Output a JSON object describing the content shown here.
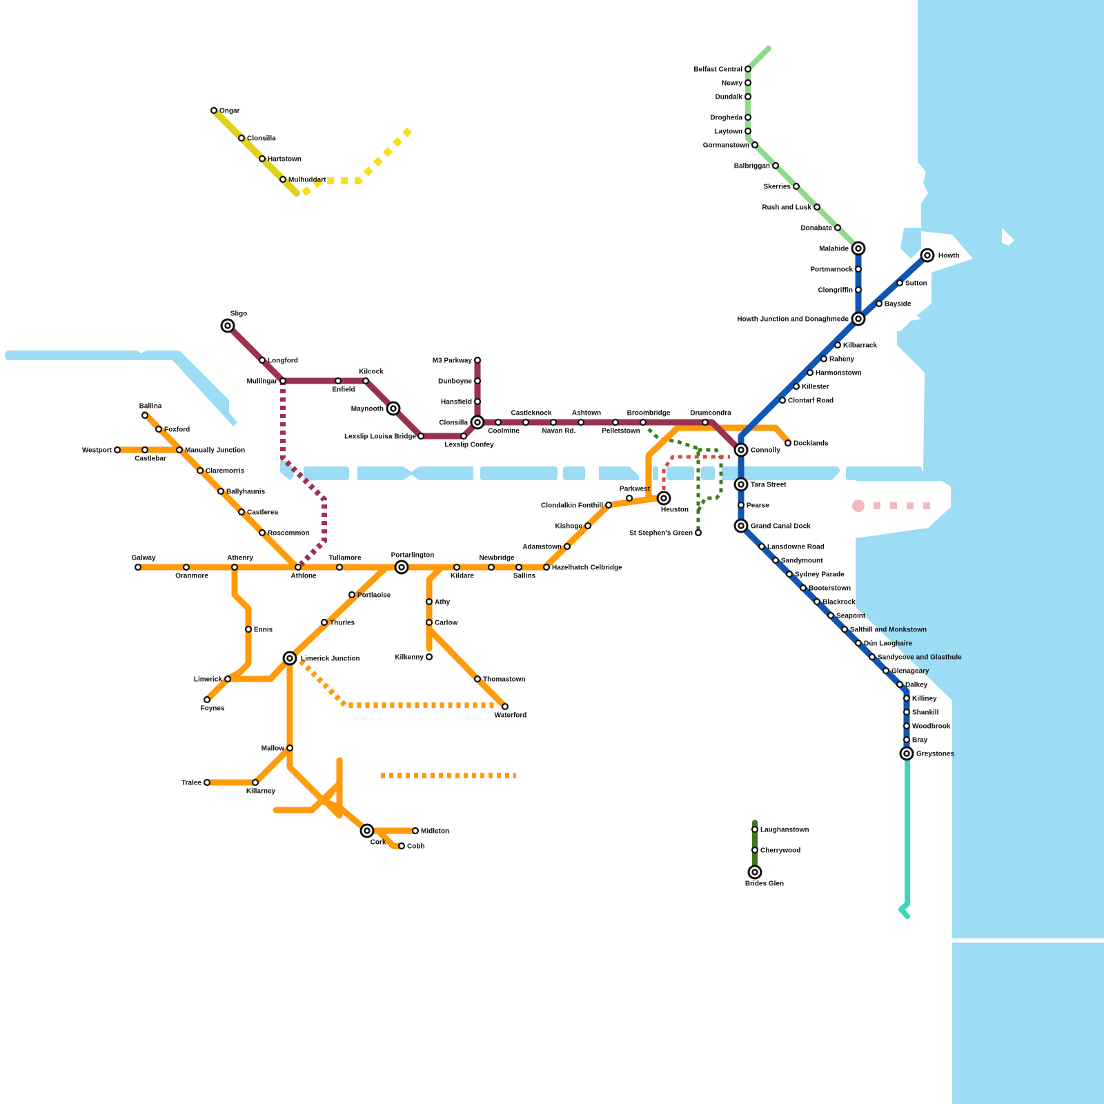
{
  "colors": {
    "water": "#9ddcf5",
    "intercity": "#ff9a0a",
    "western": "#9b3250",
    "dart": "#1155b3",
    "northern": "#8fd98a",
    "luas_green": "#3a7a1f",
    "luas_red": "#e8413c",
    "metro": "#e0d21c",
    "metro_planned": "#f7e01a",
    "greystones_ext": "#3fd6c0",
    "poolbeg_planned": "#f4b9bf"
  },
  "stations": [
    {
      "id": "ongar",
      "label": "Ongar"
    },
    {
      "id": "clonsilla-m",
      "label": "Clonsilla"
    },
    {
      "id": "hartstown",
      "label": "Hartstown"
    },
    {
      "id": "mulhuddart",
      "label": "Mulhuddart"
    },
    {
      "id": "sligo",
      "label": "Sligo"
    },
    {
      "id": "longford",
      "label": "Longford"
    },
    {
      "id": "mullingar",
      "label": "Mullingar"
    },
    {
      "id": "enfield",
      "label": "Enfield"
    },
    {
      "id": "kilcock",
      "label": "Kilcock"
    },
    {
      "id": "maynooth",
      "label": "Maynooth"
    },
    {
      "id": "leixlip-louisa",
      "label": "Lexslip Louisa Bridge"
    },
    {
      "id": "leixlip-confey",
      "label": "Lexslip Confey"
    },
    {
      "id": "m3-parkway",
      "label": "M3 Parkway"
    },
    {
      "id": "dunboyne",
      "label": "Dunboyne"
    },
    {
      "id": "hansfield",
      "label": "Hansfield"
    },
    {
      "id": "clonsilla",
      "label": "Clonsilla"
    },
    {
      "id": "coolmine",
      "label": "Coolmine"
    },
    {
      "id": "castleknock",
      "label": "Castleknock"
    },
    {
      "id": "navan-rd",
      "label": "Navan Rd."
    },
    {
      "id": "ashtown",
      "label": "Ashtown"
    },
    {
      "id": "pelletstown",
      "label": "Pelletstown"
    },
    {
      "id": "broombridge",
      "label": "Broombridge"
    },
    {
      "id": "drumcondra",
      "label": "Drumcondra"
    },
    {
      "id": "connolly",
      "label": "Connolly"
    },
    {
      "id": "docklands",
      "label": "Docklands"
    },
    {
      "id": "tara-street",
      "label": "Tara Street"
    },
    {
      "id": "pearse",
      "label": "Pearse"
    },
    {
      "id": "grand-canal-dock",
      "label": "Grand Canal Dock"
    },
    {
      "id": "belfast-central",
      "label": "Belfast Central"
    },
    {
      "id": "newry",
      "label": "Newry"
    },
    {
      "id": "dundalk",
      "label": "Dundalk"
    },
    {
      "id": "drogheda",
      "label": "Drogheda"
    },
    {
      "id": "laytown",
      "label": "Laytown"
    },
    {
      "id": "gormanstown",
      "label": "Gormanstown"
    },
    {
      "id": "balbriggan",
      "label": "Balbriggan"
    },
    {
      "id": "skerries",
      "label": "Skerries"
    },
    {
      "id": "rush-lusk",
      "label": "Rush and Lusk"
    },
    {
      "id": "donabate",
      "label": "Donabate"
    },
    {
      "id": "malahide",
      "label": "Malahide"
    },
    {
      "id": "portmarnock",
      "label": "Portmarnock"
    },
    {
      "id": "clongriffin",
      "label": "Clongriffin"
    },
    {
      "id": "howth-junction",
      "label": "Howth Junction and Donaghmede"
    },
    {
      "id": "howth",
      "label": "Howth"
    },
    {
      "id": "sutton",
      "label": "Sutton"
    },
    {
      "id": "bayside",
      "label": "Bayside"
    },
    {
      "id": "kilbarrack",
      "label": "Kilbarrack"
    },
    {
      "id": "raheny",
      "label": "Raheny"
    },
    {
      "id": "harmonstown",
      "label": "Harmonstown"
    },
    {
      "id": "killester",
      "label": "Killester"
    },
    {
      "id": "clontarf-road",
      "label": "Clontarf Road"
    },
    {
      "id": "lansdowne-road",
      "label": "Lansdowne Road"
    },
    {
      "id": "sandymount",
      "label": "Sandymount"
    },
    {
      "id": "sydney-parade",
      "label": "Sydney Parade"
    },
    {
      "id": "booterstown",
      "label": "Booterstown"
    },
    {
      "id": "blackrock",
      "label": "Blackrock"
    },
    {
      "id": "seapoint",
      "label": "Seapoint"
    },
    {
      "id": "salthill",
      "label": "Salthill and Monkstown"
    },
    {
      "id": "dun-laoghaire",
      "label": "Dún Laoghaire"
    },
    {
      "id": "sandycove",
      "label": "Sandycove and Glasthule"
    },
    {
      "id": "glenageary",
      "label": "Glenageary"
    },
    {
      "id": "dalkey",
      "label": "Dalkey"
    },
    {
      "id": "killiney",
      "label": "Killiney"
    },
    {
      "id": "shankill",
      "label": "Shankill"
    },
    {
      "id": "woodbrook",
      "label": "Woodbrook"
    },
    {
      "id": "bray",
      "label": "Bray"
    },
    {
      "id": "greystones",
      "label": "Greystones"
    },
    {
      "id": "laughanstown",
      "label": "Laughanstown"
    },
    {
      "id": "cherrywood",
      "label": "Cherrywood"
    },
    {
      "id": "brides-glen",
      "label": "Brides Glen"
    },
    {
      "id": "st-stephens-green",
      "label": "St Stephen's Green"
    },
    {
      "id": "heuston",
      "label": "Heuston"
    },
    {
      "id": "parkwest",
      "label": "Parkwest"
    },
    {
      "id": "clondalkin",
      "label": "Clondalkin Fonthill"
    },
    {
      "id": "kishoge",
      "label": "Kishoge"
    },
    {
      "id": "adamstown",
      "label": "Adamstown"
    },
    {
      "id": "hazelhatch",
      "label": "Hazelhatch Celbridge"
    },
    {
      "id": "sallins",
      "label": "Sallins"
    },
    {
      "id": "newbridge",
      "label": "Newbridge"
    },
    {
      "id": "kildare",
      "label": "Kildare"
    },
    {
      "id": "portarlington",
      "label": "Portarlington"
    },
    {
      "id": "tullamore",
      "label": "Tullamore"
    },
    {
      "id": "athlone",
      "label": "Athlone"
    },
    {
      "id": "athenry",
      "label": "Athenry"
    },
    {
      "id": "oranmore",
      "label": "Oranmore"
    },
    {
      "id": "galway",
      "label": "Galway"
    },
    {
      "id": "roscommon",
      "label": "Roscommon"
    },
    {
      "id": "castlerea",
      "label": "Castlerea"
    },
    {
      "id": "ballyhaunis",
      "label": "Ballyhaunis"
    },
    {
      "id": "claremorris",
      "label": "Claremorris"
    },
    {
      "id": "manually-junction",
      "label": "Manually Junction"
    },
    {
      "id": "foxford",
      "label": "Foxford"
    },
    {
      "id": "ballina",
      "label": "Ballina"
    },
    {
      "id": "castlebar",
      "label": "Castlebar"
    },
    {
      "id": "westport",
      "label": "Westport"
    },
    {
      "id": "ennis",
      "label": "Ennis"
    },
    {
      "id": "limerick",
      "label": "Limerick"
    },
    {
      "id": "foynes",
      "label": "Foynes"
    },
    {
      "id": "limerick-junction",
      "label": "Limerick Junction"
    },
    {
      "id": "thurles",
      "label": "Thurles"
    },
    {
      "id": "portlaoise",
      "label": "Portlaoise"
    },
    {
      "id": "athy",
      "label": "Athy"
    },
    {
      "id": "carlow",
      "label": "Carlow"
    },
    {
      "id": "kilkenny",
      "label": "Kilkenny"
    },
    {
      "id": "thomastown",
      "label": "Thomastown"
    },
    {
      "id": "waterford",
      "label": "Waterford"
    },
    {
      "id": "mallow",
      "label": "Mallow"
    },
    {
      "id": "killarney",
      "label": "Killarney"
    },
    {
      "id": "tralee",
      "label": "Tralee"
    },
    {
      "id": "cork",
      "label": "Cork"
    },
    {
      "id": "midleton",
      "label": "Midleton"
    },
    {
      "id": "cobh",
      "label": "Cobh"
    }
  ]
}
